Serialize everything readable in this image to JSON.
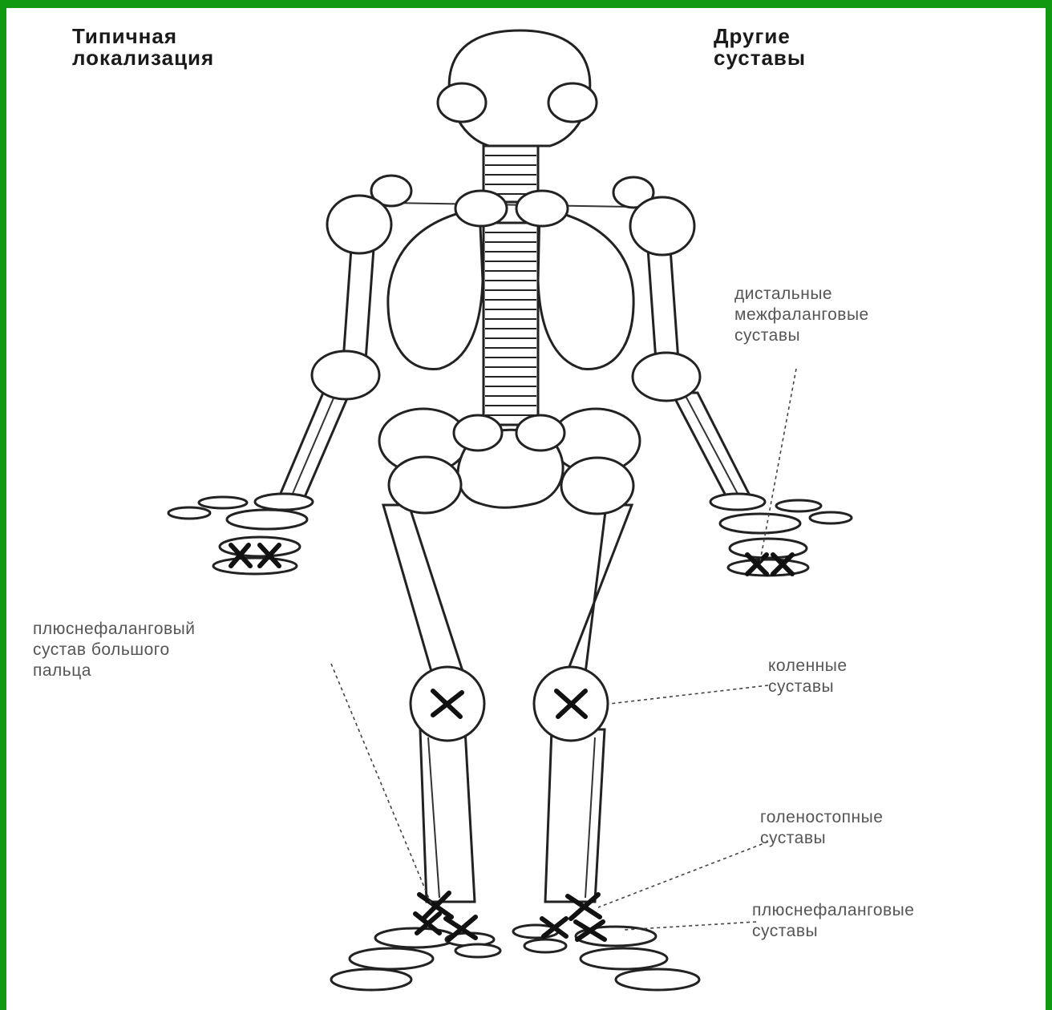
{
  "headings": {
    "left": "Типичная\nлокализация",
    "right": "Другие\nсуставы"
  },
  "labels": {
    "dip": "дистальные\nмежфаланговые\nсуставы",
    "big_toe": "плюснефаланговый\nсустав большого\nпальца",
    "knee": "коленные\nсуставы",
    "ankle": "голеностопные\nсуставы",
    "mtp": "плюснефаланговые\nсуставы"
  },
  "colors": {
    "frame": "#119a11",
    "lines": "#222222",
    "marks": "#111111"
  }
}
